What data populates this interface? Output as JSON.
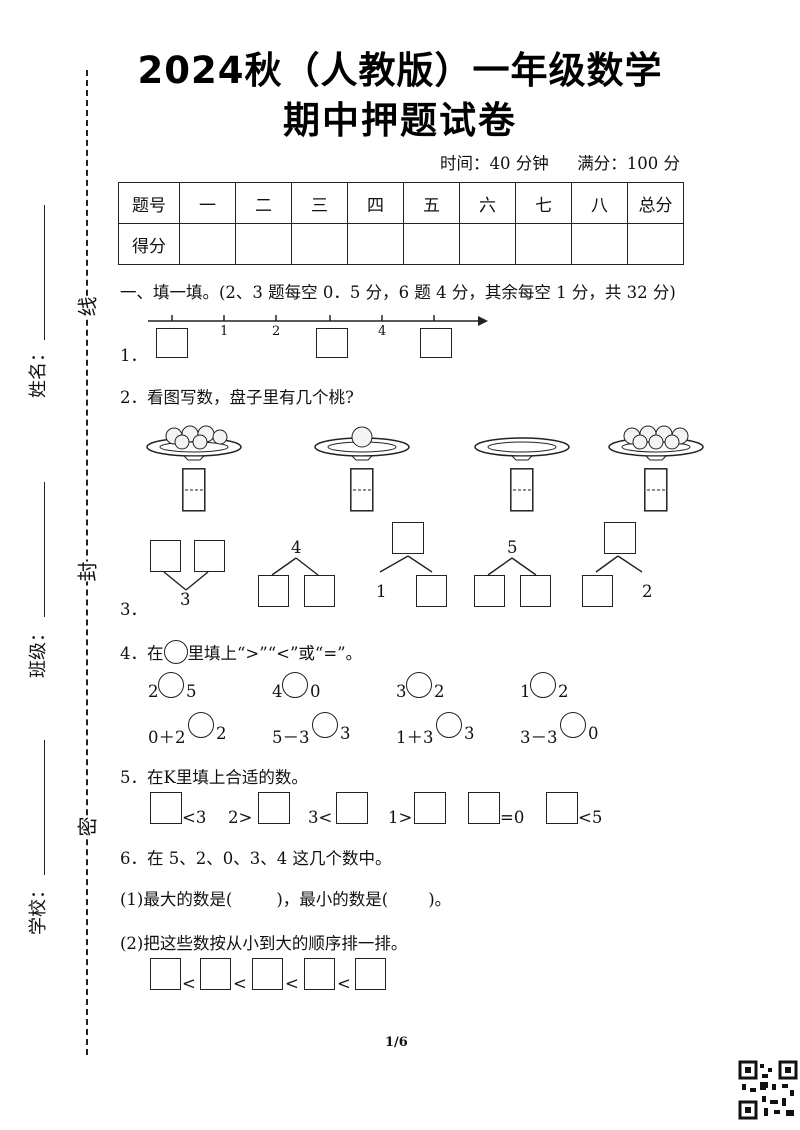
{
  "header": {
    "title_line1": "2024秋（人教版）一年级数学",
    "title_line2": "期中押题试卷",
    "time_label": "时间：40 分钟",
    "score_label": "满分：100 分"
  },
  "score_table": {
    "row1": [
      "题号",
      "一",
      "二",
      "三",
      "四",
      "五",
      "六",
      "七",
      "八",
      "总分"
    ],
    "row2_label": "得分"
  },
  "sidebar": {
    "name": "姓名：",
    "class": "班级：",
    "school": "学校：",
    "seal_chars": [
      "线",
      "封",
      "密"
    ]
  },
  "section1": {
    "heading": "一、填一填。(2、3 题每空 0．5 分，6 题 4 分，其余每空 1 分，共 32 分)"
  },
  "q1": {
    "num": "1．",
    "ticks": [
      "1",
      "2",
      "4"
    ]
  },
  "q2": {
    "text": "2．看图写数，盘子里有几个桃?"
  },
  "q3": {
    "num": "3．",
    "numbers": [
      "3",
      "4",
      "1",
      "5",
      "2"
    ]
  },
  "q4": {
    "prefix": "4．在",
    "suffix": "里填上“>”“<”或“=”。",
    "row1": [
      [
        "2",
        "5"
      ],
      [
        "4",
        "0"
      ],
      [
        "3",
        "2"
      ],
      [
        "1",
        "2"
      ]
    ],
    "row2": [
      [
        "0＋2",
        "2"
      ],
      [
        "5－3",
        "3"
      ],
      [
        "1＋3",
        "3"
      ],
      [
        "3－3",
        "0"
      ]
    ]
  },
  "q5": {
    "text": "5．在K里填上合适的数。",
    "parts": [
      "<3",
      "2>",
      "3<",
      "1>",
      "=0",
      "<5"
    ]
  },
  "q6": {
    "text": "6．在 5、2、0、3、4 这几个数中。",
    "sub1_a": "(1)最大的数是(",
    "sub1_b": ")，最小的数是(",
    "sub1_c": ")。",
    "sub2": "(2)把这些数按从小到大的顺序排一排。",
    "lt": "<"
  },
  "footer": {
    "page": "1/6"
  }
}
